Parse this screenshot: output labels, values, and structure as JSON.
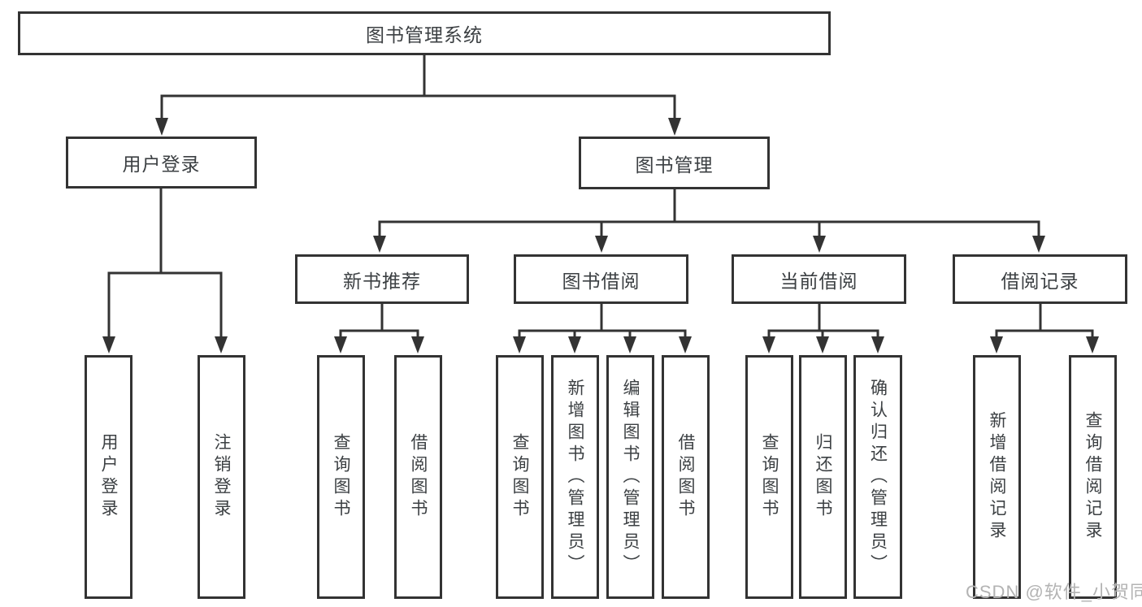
{
  "colors": {
    "line": "#333333",
    "text": "#3c4043",
    "watermark_text_color": "#b3b3b3",
    "background": "#ffffff"
  },
  "tree": {
    "root": "图书管理系统",
    "branches": [
      {
        "label": "用户登录",
        "leaves": [
          "用户登录",
          "注销登录"
        ]
      },
      {
        "label": "图书管理",
        "children": [
          {
            "label": "新书推荐",
            "leaves": [
              "查询图书",
              "借阅图书"
            ]
          },
          {
            "label": "图书借阅",
            "leaves": [
              "查询图书",
              "新增图书（管理员）",
              "编辑图书（管理员）",
              "借阅图书"
            ]
          },
          {
            "label": "当前借阅",
            "leaves": [
              "查询图书",
              "归还图书",
              "确认归还（管理员）"
            ]
          },
          {
            "label": "借阅记录",
            "leaves": [
              "新增借阅记录",
              "查询借阅记录"
            ]
          }
        ]
      }
    ]
  },
  "watermark": {
    "text": "CSDN @软件_小贺同学"
  }
}
